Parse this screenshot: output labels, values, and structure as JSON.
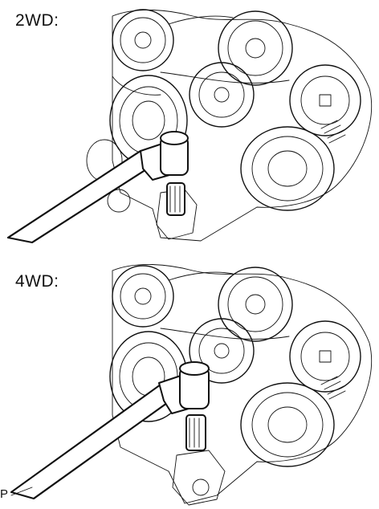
{
  "figure": {
    "panels": [
      {
        "label": "2WD:"
      },
      {
        "label": "4WD:"
      }
    ],
    "corner_label": "P"
  }
}
